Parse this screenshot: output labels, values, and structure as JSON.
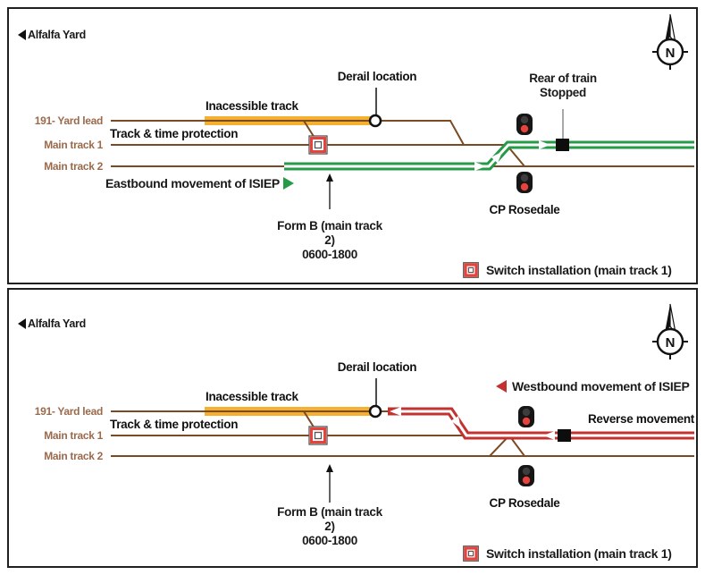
{
  "colors": {
    "track_brown": "#7a4a22",
    "label_brown": "#9b6a4c",
    "inaccessible_yellow": "#f6b02f",
    "movement_green": "#259b48",
    "movement_red": "#c23330",
    "signal_red": "#e8423c",
    "signal_dark": "#3d3d3d",
    "ink": "#111111"
  },
  "panels": [
    {
      "yard_label": "Alfalfa Yard",
      "compass_label": "N",
      "tracks": [
        {
          "label": "191- Yard lead"
        },
        {
          "label": "Main track 1"
        },
        {
          "label": "Main track 2"
        }
      ],
      "annotations": {
        "inaccessible": "Inacessible track",
        "track_time": "Track & time protection",
        "derail": "Derail location",
        "rear_line1": "Rear of train",
        "rear_line2": "Stopped",
        "movement": "Eastbound movement of ISIEP",
        "form_b_line1": "Form B (main track 2)",
        "form_b_line2": "0600-1800",
        "cp": "CP Rosedale",
        "legend": "Switch installation (main track 1)"
      }
    },
    {
      "yard_label": "Alfalfa Yard",
      "compass_label": "N",
      "tracks": [
        {
          "label": "191- Yard lead"
        },
        {
          "label": "Main track 1"
        },
        {
          "label": "Main track 2"
        }
      ],
      "annotations": {
        "inaccessible": "Inacessible track",
        "track_time": "Track & time protection",
        "derail": "Derail location",
        "movement": "Westbound movement of ISIEP",
        "reverse": "Reverse movement",
        "form_b_line1": "Form B (main track 2)",
        "form_b_line2": "0600-1800",
        "cp": "CP Rosedale",
        "legend": "Switch installation (main track 1)"
      }
    }
  ]
}
